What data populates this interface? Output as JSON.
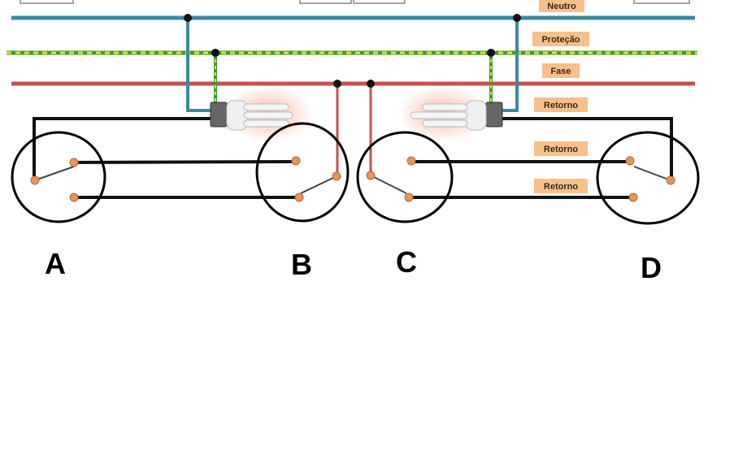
{
  "labels": {
    "neutro": "Neutro",
    "protecao": "Proteção",
    "fase": "Fase",
    "retorno_lamp": "Retorno",
    "retorno_1": "Retorno",
    "retorno_2": "Retorno"
  },
  "switches": [
    {
      "id": "A",
      "label": "A"
    },
    {
      "id": "B",
      "label": "B"
    },
    {
      "id": "C",
      "label": "C"
    },
    {
      "id": "D",
      "label": "D"
    }
  ],
  "colors": {
    "neutro": "#3a8aa0",
    "protecao_green": "#3d9a3a",
    "protecao_yellow": "#e8e020",
    "fase": "#c85050",
    "retorno": "#111111",
    "label_bg": "#f7c08a",
    "terminal": "#e8935a"
  }
}
